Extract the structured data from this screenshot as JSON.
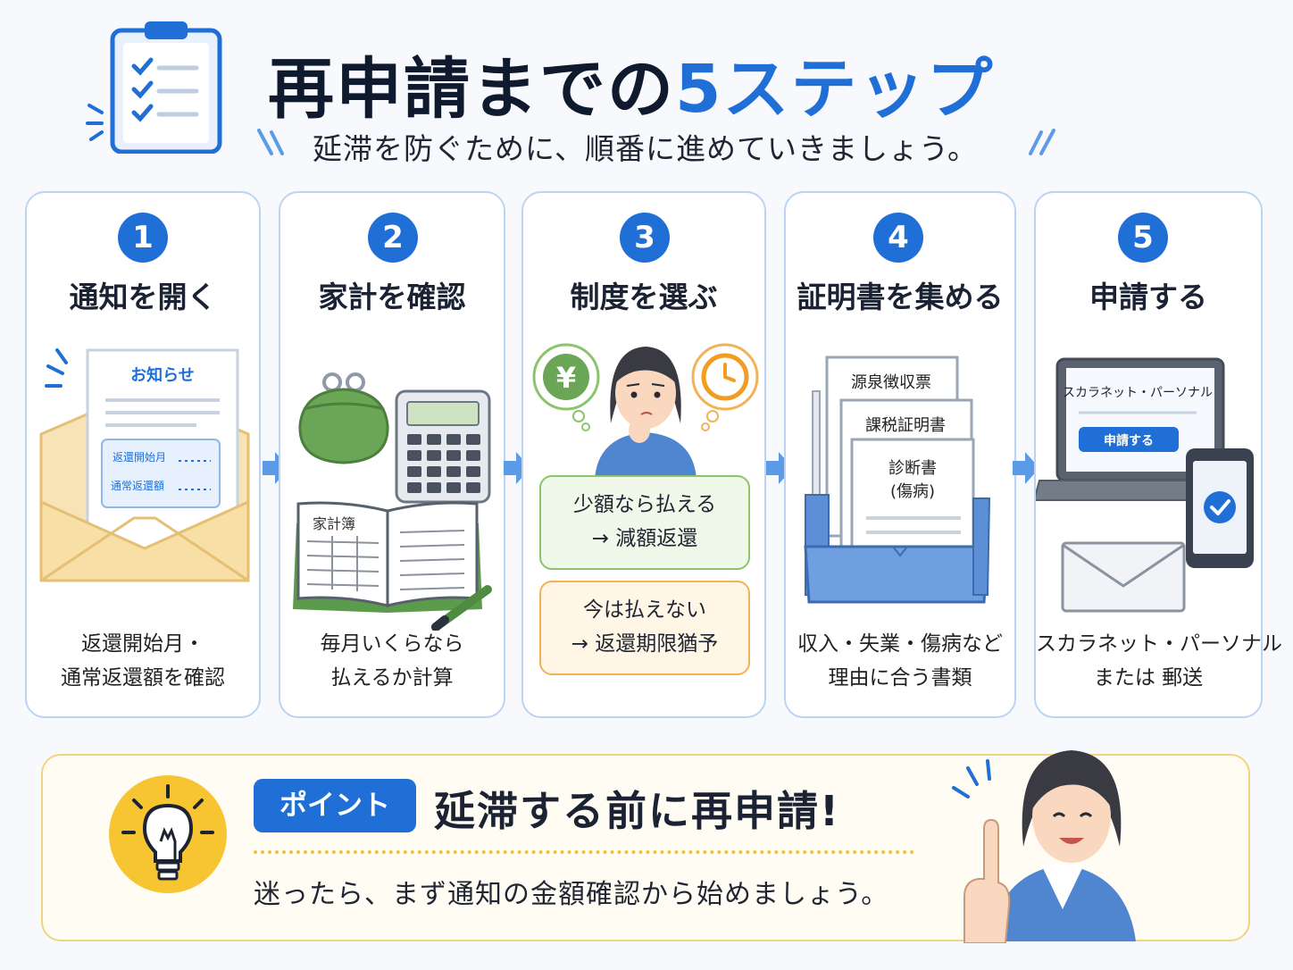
{
  "header": {
    "title_main": "再申請までの",
    "title_accent": "5ステップ",
    "subtitle": "延滞を防ぐために、順番に進めていきましょう。"
  },
  "steps": [
    {
      "number": "1",
      "title": "通知を開く",
      "notice_title": "お知らせ",
      "field1": "返還開始月",
      "field2": "通常返還額",
      "desc_line1": "返還開始月・",
      "desc_line2": "通常返還額を確認"
    },
    {
      "number": "2",
      "title": "家計を確認",
      "book_label": "家計簿",
      "desc_line1": "毎月いくらなら",
      "desc_line2": "払えるか計算"
    },
    {
      "number": "3",
      "title": "制度を選ぶ",
      "yen_symbol": "¥",
      "option1_line1": "少額なら払える",
      "option1_line2": "→ 減額返還",
      "option2_line1": "今は払えない",
      "option2_line2": "→ 返還期限猶予"
    },
    {
      "number": "4",
      "title": "証明書を集める",
      "doc1": "源泉徴収票",
      "doc2": "課税証明書",
      "doc3_line1": "診断書",
      "doc3_line2": "(傷病)",
      "desc_line1": "収入・失業・傷病など",
      "desc_line2": "理由に合う書類"
    },
    {
      "number": "5",
      "title": "申請する",
      "screen_title": "スカラネット・パーソナル",
      "screen_button": "申請する",
      "desc_line1": "スカラネット・パーソナル",
      "desc_line2": "または 郵送"
    }
  ],
  "point": {
    "badge": "ポイント",
    "headline": "延滞する前に再申請!",
    "body": "迷ったら、まず通知の金額確認から始めましょう。"
  },
  "colors": {
    "accent": "#1f6fd6",
    "card_border": "#bcd4f4",
    "green": "#8cc46e",
    "orange": "#f2b356",
    "point_border": "#f3d382",
    "bulb_bg": "#f6c531"
  }
}
